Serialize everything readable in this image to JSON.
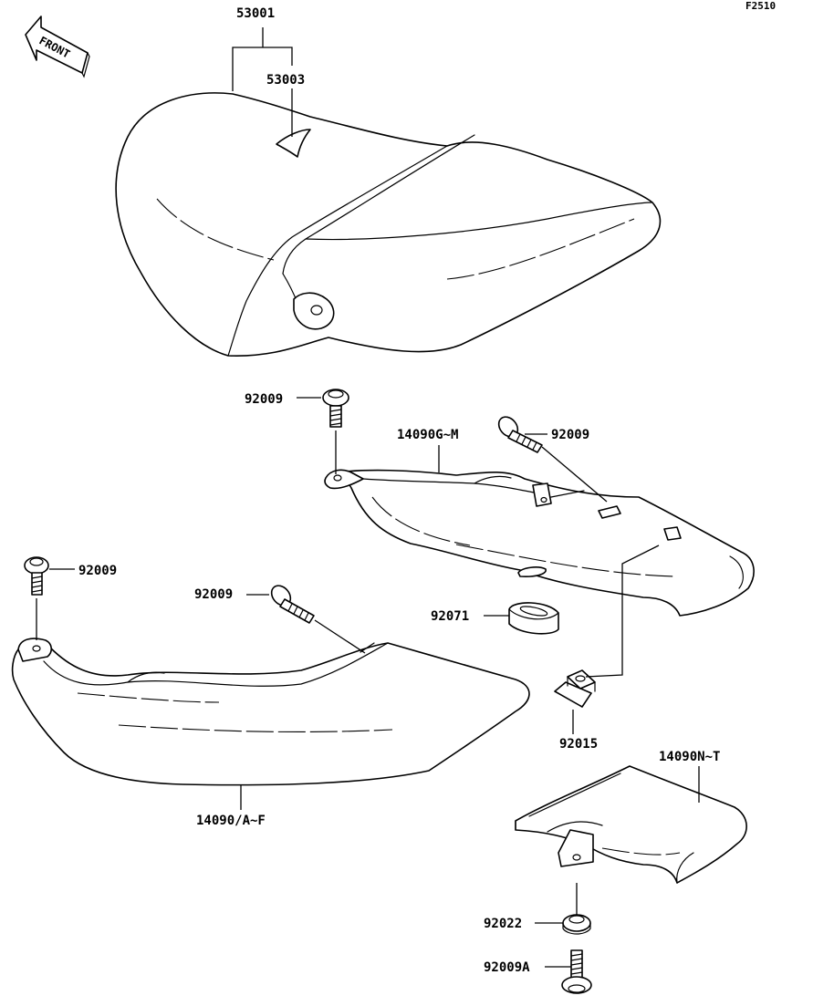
{
  "figure_code": "F2510",
  "front_indicator": "FRONT",
  "part_labels": {
    "seat": "53001",
    "seat_label": "53003",
    "bolt_top": "92009",
    "bolt_right": "92009",
    "cover_right": "14090G~M",
    "bolt_left_upper": "92009",
    "bolt_left_mid": "92009",
    "grommet": "92071",
    "nut_clip": "92015",
    "cover_left": "14090/A~F",
    "cover_rear": "14090N~T",
    "washer": "92022",
    "bolt_bottom": "92009A"
  }
}
